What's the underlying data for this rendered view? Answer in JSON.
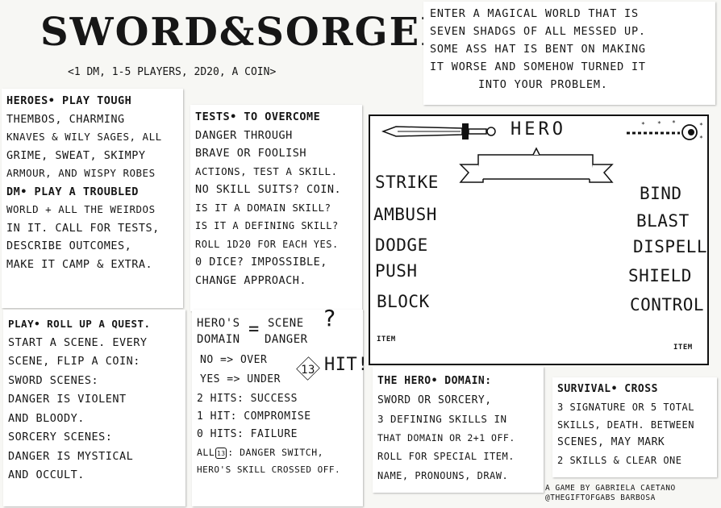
{
  "title": {
    "name": "SWORD&SORGERY",
    "subtitle": "<1 DM, 1-5 PLAYERS, 2D20, A COIN>"
  },
  "intro": {
    "lines": [
      "ENTER A MAGICAL WORLD THAT IS",
      "SEVEN SHADGS OF ALL MESSED UP.",
      "SOME ASS HAT IS BENT ON MAKING",
      "IT WORSE AND SOMEHOW TURNED IT",
      "INTO YOUR PROBLEM."
    ]
  },
  "heroes": {
    "lines": [
      "HEROES• PLAY TOUGH",
      "THEMBOS, CHARMING",
      "KNAVES & WILY SAGES, ALL",
      "GRIME, SWEAT, SKIMPY",
      "ARMOUR, AND WISPY ROBES",
      "DM• PLAY A TROUBLED",
      "WORLD + ALL THE WEIRDOS",
      "IN IT. CALL FOR TESTS,",
      "DESCRIBE OUTCOMES,",
      "MAKE IT CAMP & EXTRA."
    ]
  },
  "tests": {
    "lines": [
      "TESTS• TO OVERCOME",
      "DANGER THROUGH",
      "BRAVE OR FOOLISH",
      "ACTIONS, TEST A SKILL.",
      "NO SKILL SUITS? COIN.",
      "IS IT A DOMAIN SKILL?",
      "IS IT A DEFINING SKILL?",
      "ROLL 1D20 FOR EACH YES.",
      "0 DICE? IMPOSSIBLE,",
      "CHANGE APPROACH."
    ]
  },
  "play": {
    "lines": [
      "PLAY• ROLL UP A QUEST.",
      "START A SCENE. EVERY",
      "SCENE, FLIP A COIN:",
      "SWORD SCENES:",
      "DANGER IS VIOLENT",
      "AND BLOODY.",
      "SORCERY SCENES:",
      "DANGER IS MYSTICAL",
      "AND OCCULT."
    ]
  },
  "hits": {
    "formula_left_top": "HERO'S",
    "formula_left_bottom": "DOMAIN",
    "formula_eq": "=",
    "formula_right_top": "SCENE",
    "formula_right_bottom": "DANGER",
    "formula_q": "?",
    "no_line": "NO => OVER",
    "yes_line": "YES => UNDER",
    "target": "13",
    "hit_word": "HIT!",
    "two_hits": "2 HITS: SUCCESS",
    "one_hit": "1 HIT: COMPROMISE",
    "zero_hits": "0 HITS: FAILURE",
    "all_switch_a": "ALL",
    "all_switch_b": ": DANGER SWITCH,",
    "crossed": "HERO'S SKILL CROSSED OFF."
  },
  "hero_sheet": {
    "label": "HERO",
    "skills_left": [
      "STRIKE",
      "AMBUSH",
      "DODGE",
      "PUSH",
      "BLOCK"
    ],
    "skills_right": [
      "BIND",
      "BLAST",
      "DISPELL",
      "SHIELD",
      "CONTROL"
    ],
    "item_left": "ITEM",
    "item_right": "ITEM"
  },
  "domain": {
    "lines": [
      "THE HERO• DOMAIN:",
      "SWORD OR SORCERY,",
      "3 DEFINING SKILLS IN",
      "THAT DOMAIN OR 2+1 OFF.",
      "ROLL FOR SPECIAL ITEM.",
      "NAME, PRONOUNS, DRAW."
    ]
  },
  "survival": {
    "lines": [
      "SURVIVAL• CROSS",
      "3 SIGNATURE OR 5 TOTAL",
      "SKILLS, DEATH. BETWEEN",
      "SCENES, MAY MARK",
      "2 SKILLS & CLEAR ONE"
    ]
  },
  "credit": {
    "line1": "A GAME BY GABRIELA CAETANO",
    "line2": "@THEGIFTOFGABS BARBOSA"
  }
}
